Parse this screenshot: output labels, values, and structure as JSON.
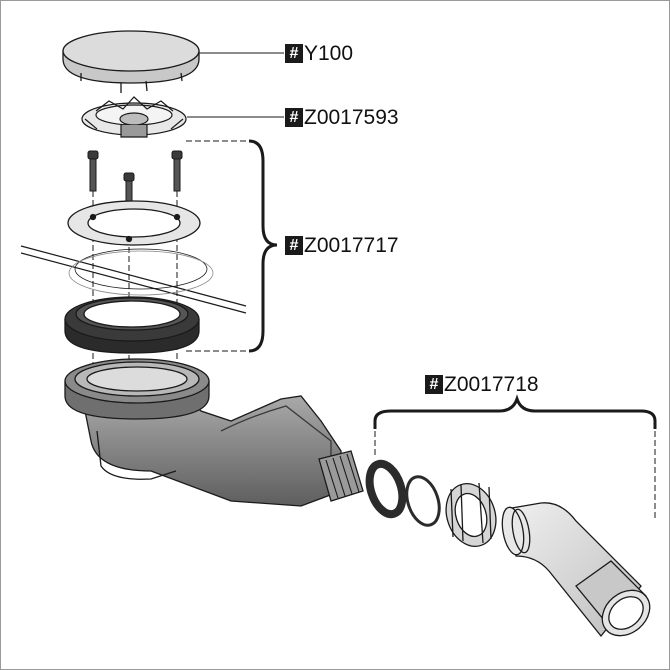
{
  "parts": [
    {
      "symbol": "#",
      "code": "Y100"
    },
    {
      "symbol": "#",
      "code": "Z0017593"
    },
    {
      "symbol": "#",
      "code": "Z0017717"
    },
    {
      "symbol": "#",
      "code": "Z0017718"
    }
  ],
  "colors": {
    "line": "#1a1a1a",
    "cover_fill": "#dcdcdc",
    "ring_fill": "#e6e6e6",
    "gasket": "#2b2b2b",
    "body_fill": "#8a8a8a",
    "body_dark": "#5a5a5a",
    "pipe_fill": "#d8d8d8",
    "frame_border": "#9a9a9a"
  }
}
